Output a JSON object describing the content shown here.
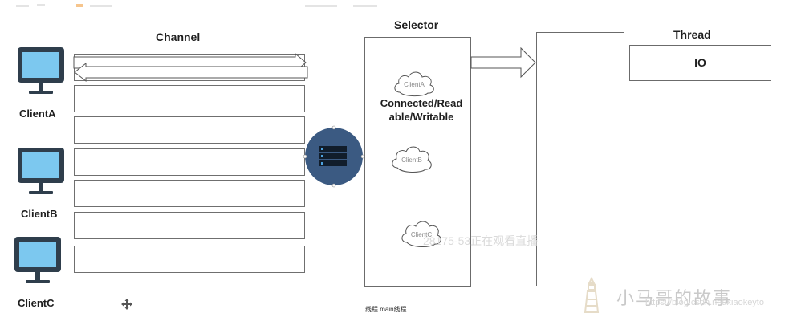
{
  "channel": {
    "title": "Channel"
  },
  "selector": {
    "title": "Selector",
    "state_text": "Connected/Readable/Writable",
    "state_line1": "Connected/Read",
    "state_line2": "able/Writable",
    "clouds": [
      "ClientA",
      "ClientB",
      "ClientC"
    ]
  },
  "thread": {
    "title": "Thread",
    "io_label": "IO"
  },
  "clients": [
    {
      "label": "ClientA",
      "icon": "monitor-icon"
    },
    {
      "label": "ClientB",
      "icon": "monitor-icon"
    },
    {
      "label": "ClientC",
      "icon": "monitor-icon"
    }
  ],
  "footer": {
    "note": "线程 main线程"
  },
  "watermark": {
    "viewer_text": "28175-53正在观看直播",
    "brand": "小马哥的故事",
    "url_text": "https://blog.csdn.net/xiaokeyto"
  },
  "colors": {
    "selector_disc": "#3b5a82",
    "monitor_frame": "#2f3e4c",
    "monitor_screen": "#7cc8ef",
    "border": "#6b6b6b"
  }
}
